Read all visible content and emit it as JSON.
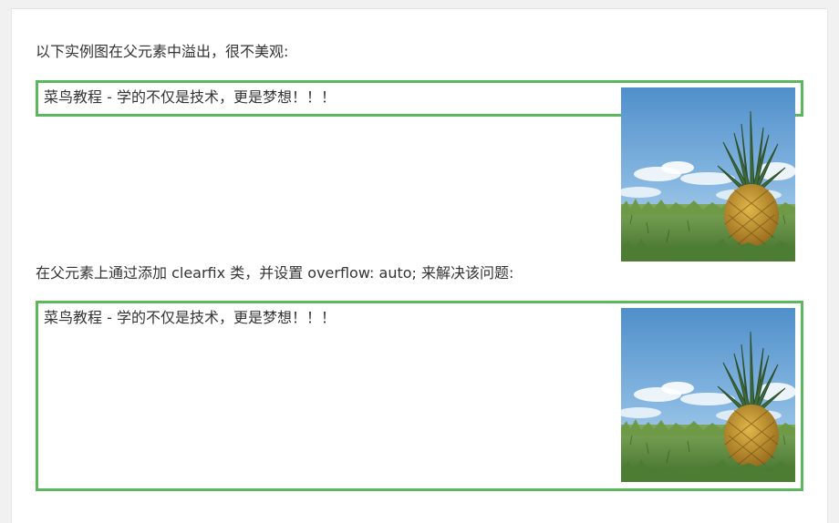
{
  "intro_text": "以下实例图在父元素中溢出，很不美观:",
  "fix_text": "在父元素上通过添加 clearfix 类，并设置 overflow: auto; 来解决该问题:",
  "example1": {
    "box_text": "菜鸟教程 - 学的不仅是技术，更是梦想！！！",
    "image_icon": "pineapple-image"
  },
  "example2": {
    "box_text": "菜鸟教程 - 学的不仅是技术，更是梦想！！！",
    "image_icon": "pineapple-image"
  },
  "colors": {
    "border": "#5cb85c",
    "text": "#333333",
    "background": "#ffffff"
  }
}
